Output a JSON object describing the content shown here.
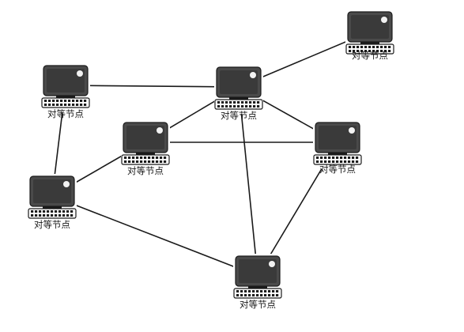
{
  "node_icon": "desktop-computer-icon",
  "colors": {
    "screen": "#4a4a4a",
    "line": "#1a1a1a",
    "background": "#ffffff"
  },
  "nodes": [
    {
      "id": "top-right",
      "label": "对等节点"
    },
    {
      "id": "upper-left",
      "label": "对等节点"
    },
    {
      "id": "upper-center",
      "label": "对等节点"
    },
    {
      "id": "middle-left",
      "label": "对等节点"
    },
    {
      "id": "middle-right",
      "label": "对等节点"
    },
    {
      "id": "lower-left",
      "label": "对等节点"
    },
    {
      "id": "bottom-center",
      "label": "对等节点"
    }
  ],
  "edges": [
    [
      "upper-left",
      "upper-center"
    ],
    [
      "upper-center",
      "top-right"
    ],
    [
      "upper-center",
      "middle-left"
    ],
    [
      "upper-center",
      "middle-right"
    ],
    [
      "upper-center",
      "bottom-center"
    ],
    [
      "upper-left",
      "lower-left"
    ],
    [
      "middle-left",
      "lower-left"
    ],
    [
      "middle-left",
      "middle-right"
    ],
    [
      "lower-left",
      "bottom-center"
    ],
    [
      "middle-right",
      "bottom-center"
    ]
  ]
}
